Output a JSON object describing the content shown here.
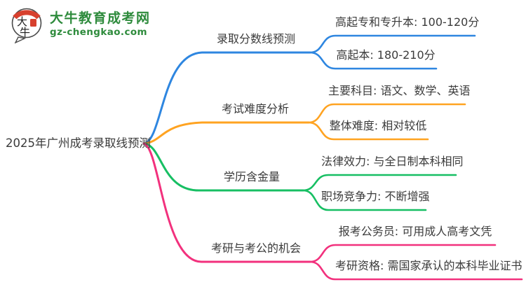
{
  "logo": {
    "title": "大牛教育成考网",
    "domain": "gz-chengkao.com",
    "icon_char_top": "大",
    "icon_char_bottom": "牛",
    "brand_green": "#2e8b3c",
    "brand_red": "#d7402e"
  },
  "topic": "2025年广州成考录取线预测",
  "branches": [
    {
      "label": "录取分数线预测",
      "color": "#2e86e0",
      "children": [
        {
          "text": "高起专和专升本: 100-120分"
        },
        {
          "text": "高起本: 180-210分"
        }
      ]
    },
    {
      "label": "考试难度分析",
      "color": "#ffa321",
      "children": [
        {
          "text": "主要科目: 语文、数学、英语"
        },
        {
          "text": "整体难度: 相对较低"
        }
      ]
    },
    {
      "label": "学历含金量",
      "color": "#17bf63",
      "children": [
        {
          "text": "法律效力: 与全日制本科相同"
        },
        {
          "text": "职场竞争力: 不断增强"
        }
      ]
    },
    {
      "label": "考研与考公的机会",
      "color": "#f2317d",
      "children": [
        {
          "text": "报考公务员: 可用成人高考文凭"
        },
        {
          "text": "考研资格: 需国家承认的本科毕业证书"
        }
      ]
    }
  ]
}
